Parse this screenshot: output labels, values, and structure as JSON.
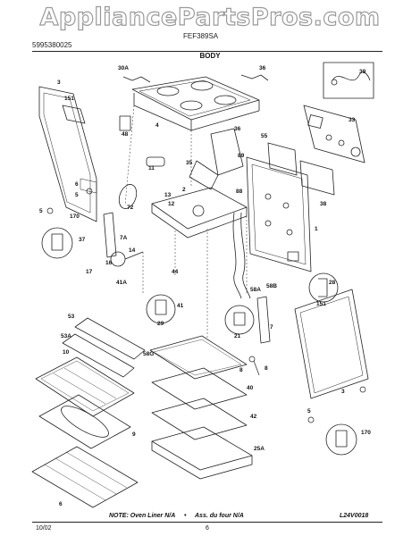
{
  "watermark": "AppliancePartsPros.com",
  "header": {
    "publication_no": "5995380025",
    "model": "FEF389SA",
    "section": "BODY"
  },
  "callouts": [
    "30A",
    "36",
    "3",
    "151",
    "4",
    "48",
    "39",
    "33",
    "55",
    "36",
    "35",
    "89",
    "11",
    "88",
    "6",
    "5",
    "72",
    "13",
    "2",
    "12",
    "170",
    "5",
    "37",
    "7A",
    "14",
    "16",
    "17",
    "41A",
    "38",
    "1",
    "58A",
    "58B",
    "44",
    "41",
    "29",
    "21",
    "7",
    "28",
    "151",
    "53",
    "53A",
    "58G",
    "10",
    "8",
    "9",
    "8",
    "40",
    "42",
    "25A",
    "3",
    "5",
    "170",
    "6"
  ],
  "footer": {
    "note": "NOTE: Oven Liner N/A",
    "note_fr": "Ass. du four N/A",
    "bullet": "•",
    "code": "L24V0018",
    "date": "10/02",
    "page": "6"
  }
}
